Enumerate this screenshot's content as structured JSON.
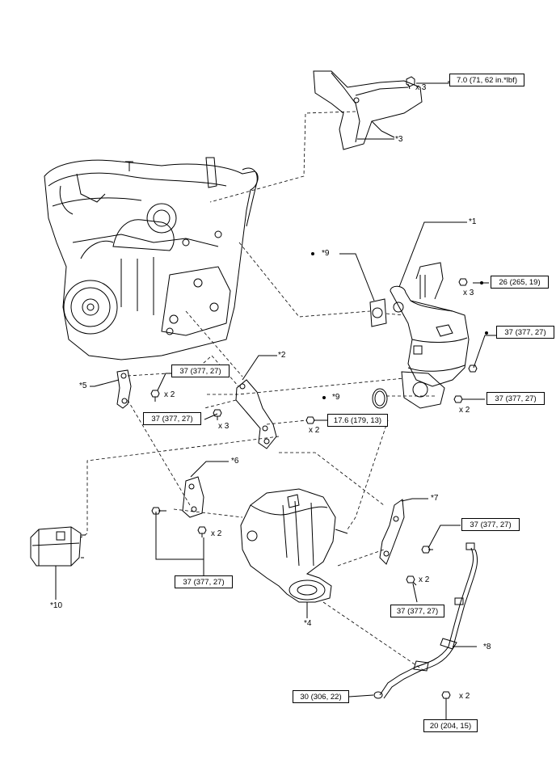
{
  "parts": {
    "p1": "*1",
    "p2": "*2",
    "p3": "*3",
    "p4": "*4",
    "p5": "*5",
    "p6": "*6",
    "p7": "*7",
    "p8": "*8",
    "p9a": "*9",
    "p9b": "*9",
    "p10": "*10"
  },
  "torques": {
    "t_heat_shield": "7.0 (71, 62 in.*lbf)",
    "t_conv_top": "26 (265, 19)",
    "t_conv_side": "37 (377, 27)",
    "t_conv_flange": "37 (377, 27)",
    "t_bracket5": "37 (377, 27)",
    "t_bracket2": "37 (377, 27)",
    "t_nut2": "17.6 (179, 13)",
    "t_bracket6": "37 (377, 27)",
    "t_bracket7": "37 (377, 27)",
    "t_bracket7_bolt": "37 (377, 27)",
    "t_pipe_clamp": "30 (306, 22)",
    "t_pipe_bolt": "20 (204, 15)"
  },
  "quantities": {
    "q_heat_shield": "x 3",
    "q_conv_top": "x 3",
    "q_conv_flange": "x 2",
    "q_bracket5": "x 2",
    "q_bracket2": "x 3",
    "q_nut2": "x 2",
    "q_bracket6": "x 2",
    "q_bracket7": "x 2",
    "q_pipe_bolt": "x 2"
  },
  "icons": {
    "bullet": "non-reusable-part-dot",
    "fastener": "bolt-icon"
  }
}
